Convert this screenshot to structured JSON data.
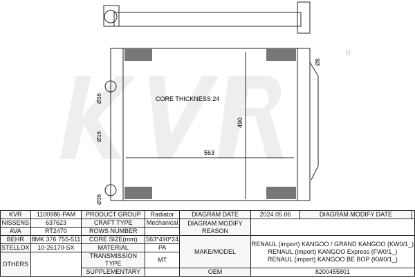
{
  "drawing": {
    "watermark": "KVR",
    "core_thickness": "CORE THICKNESS:24",
    "width_dim": "563",
    "height_dim": "490",
    "dia_36_top": "Ø36",
    "dia_16": "Ø16",
    "dia_36_bottom": "Ø36",
    "dia_8": "Ø8",
    "registered": "R"
  },
  "table": {
    "kvr_label": "KVR",
    "kvr": "1100986-PAM",
    "nissens_label": "NISSENS",
    "nissens": "637623",
    "ava_label": "AVA",
    "ava": "RT2470",
    "behr_label": "BEHR",
    "behr": "8MK 376 755-511",
    "stellox_label": "STELLOX",
    "stellox": "10-26170-SX",
    "others_label": "OTHERS",
    "others": "",
    "product_group_label": "PRODUCT GROUP",
    "product_group": "Radiator",
    "craft_type_label": "CRAFT TYPE",
    "craft_type": "Mechanical",
    "rows_number_label": "ROWS NUMBER",
    "rows_number": "",
    "core_size_label": "CORE SIZE(mm)",
    "core_size": "563*490*24",
    "material_label": "MATERIAL",
    "material": "PA",
    "transmission_label": "TRANSMISSION TYPE",
    "transmission": "MT",
    "supplementary_label": "SUPPLEMENTARY",
    "supplementary": "",
    "diagram_date_label": "DIAGRAM DATE",
    "diagram_date": "2024.05.06",
    "diagram_modify_date_label": "DIAGRAM MODIFY DATE",
    "diagram_modify_date": "",
    "diagram_modify_reason_label": "DIAGRAM MODIFY REASON",
    "diagram_modify_reason": "",
    "make_model_label": "MAKE/MODEL",
    "make_model": [
      "RENAUL (import) KANGOO / GRAND KANGOO (KW0/1_)",
      "RENAUL (import) KANGOO Express (FW0/1_)",
      "RENAUL (import) KANGOO BE BOP (KW0/1_)"
    ],
    "oem_label": "OEM",
    "oem": "8200455801"
  }
}
